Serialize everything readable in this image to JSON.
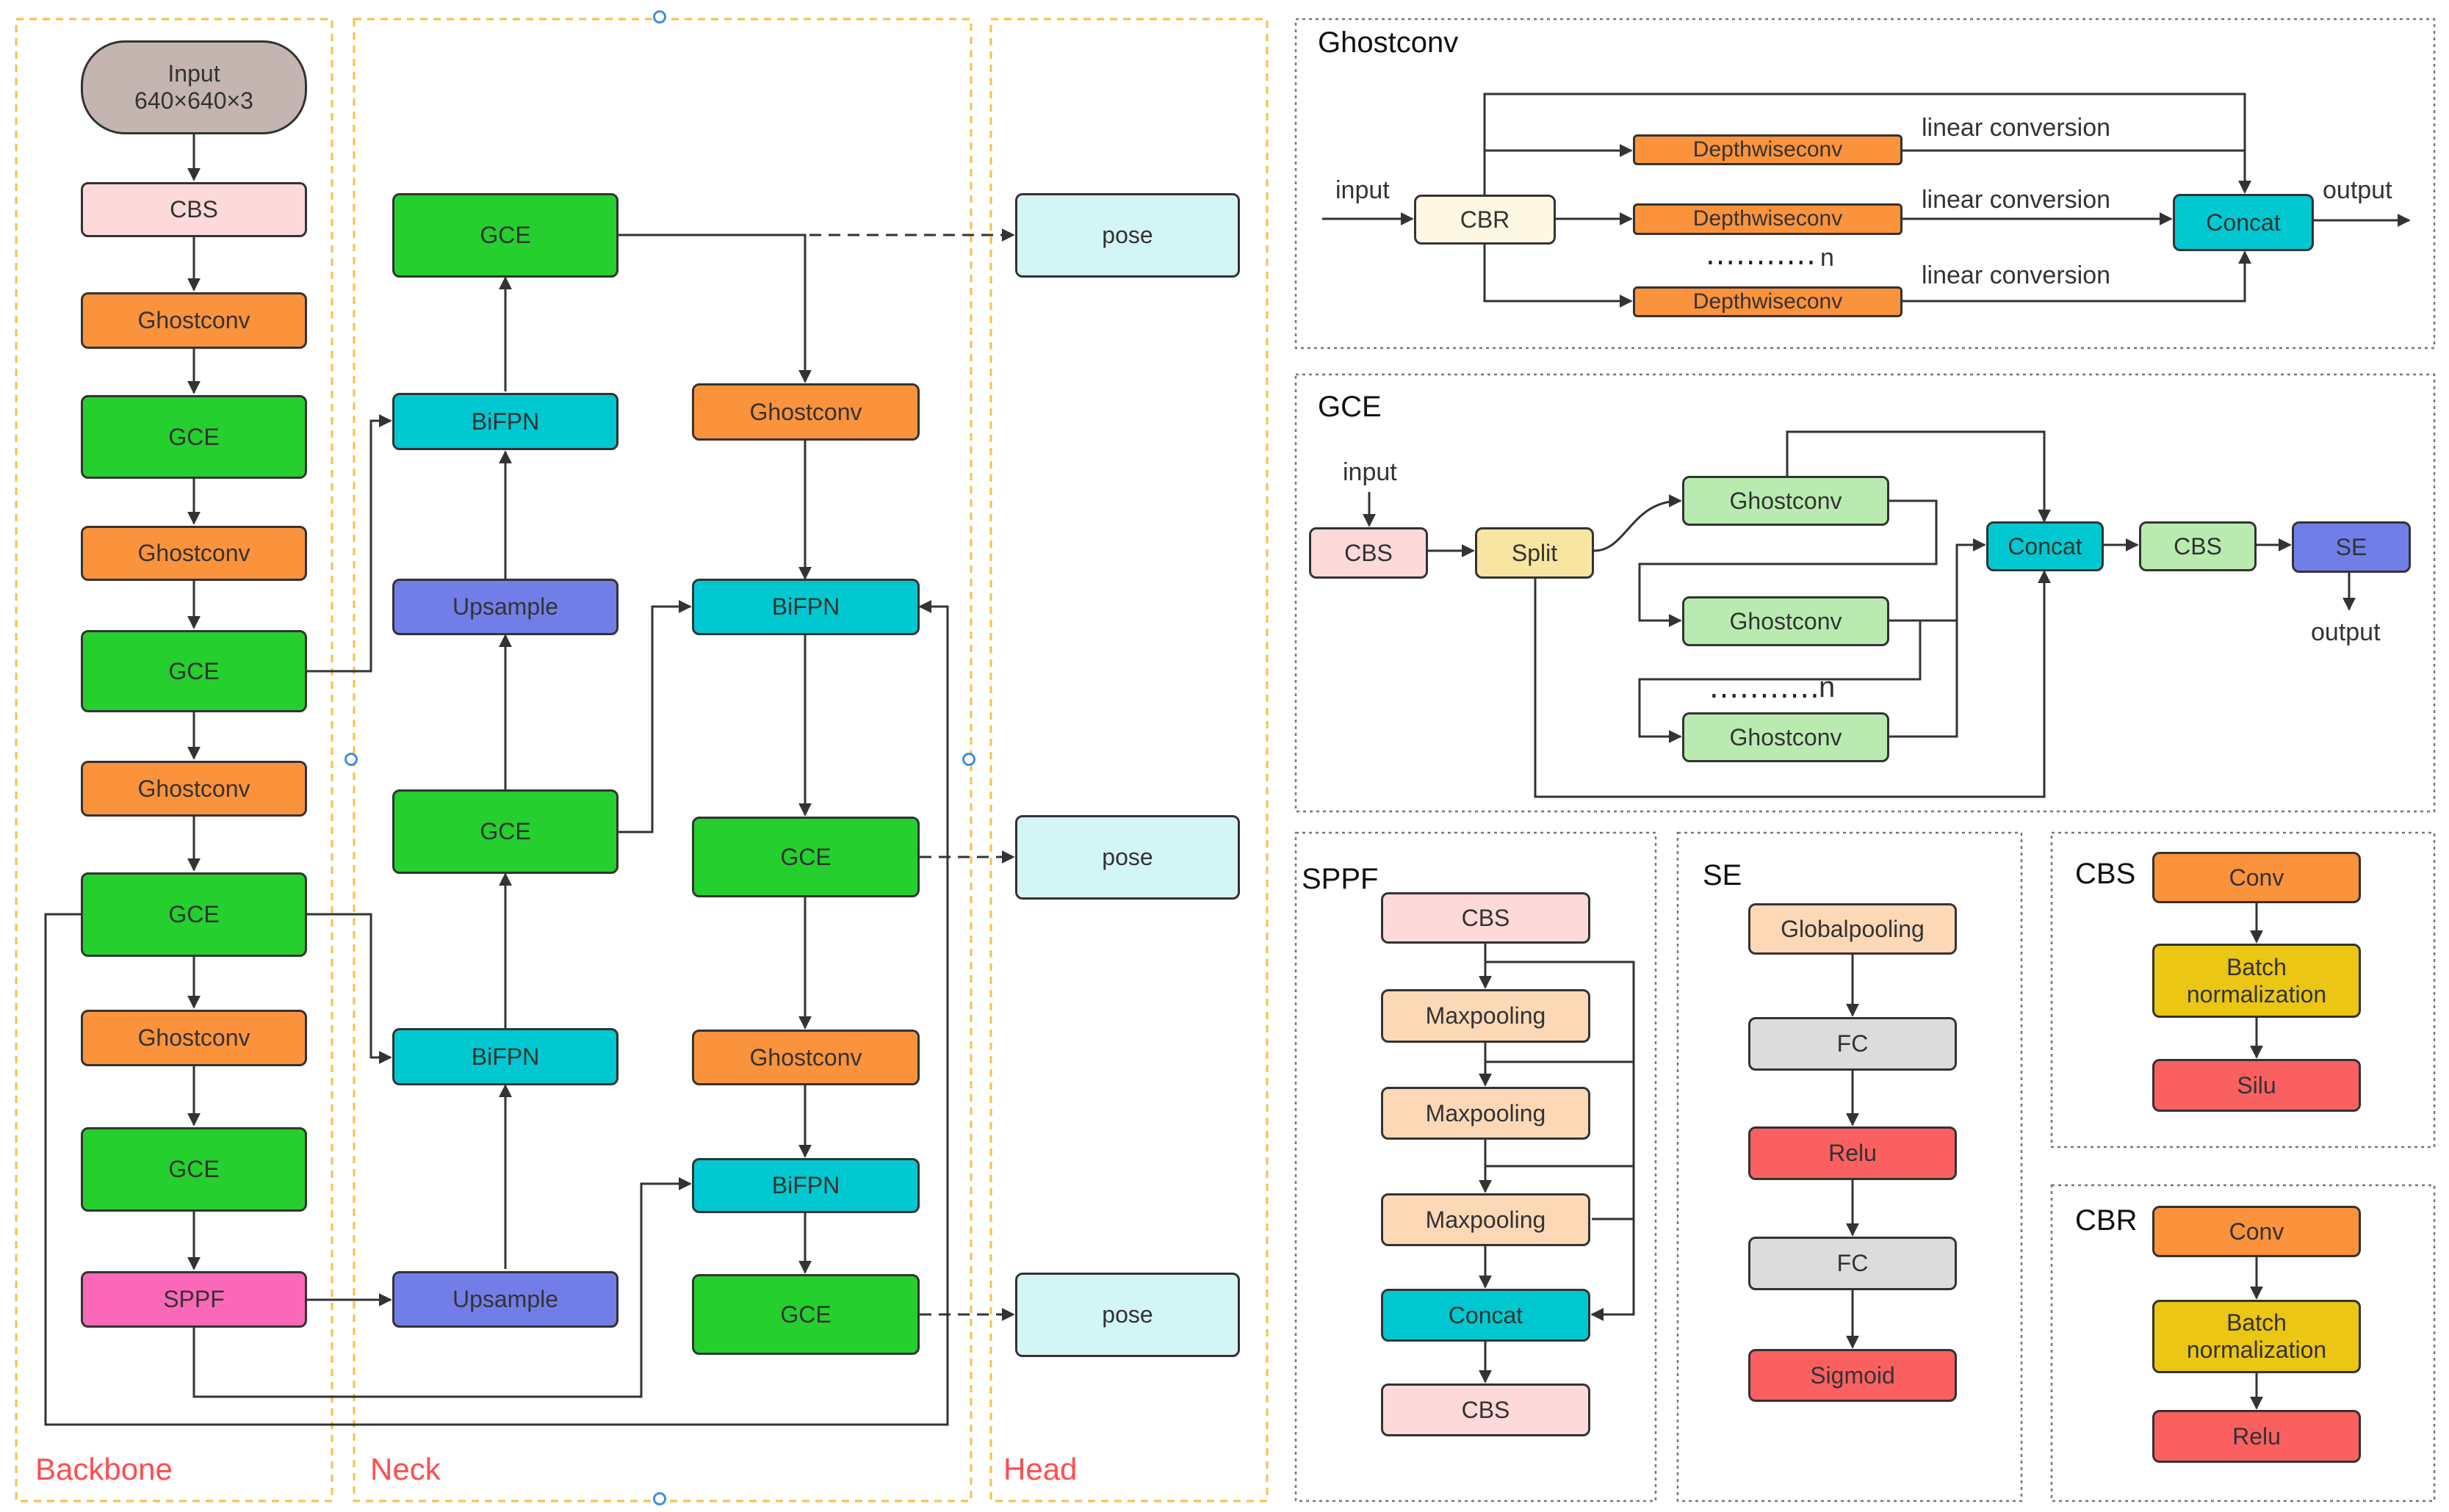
{
  "sections": {
    "backbone": "Backbone",
    "neck": "Neck",
    "head": "Head"
  },
  "backbone": {
    "input_line1": "Input",
    "input_line2": "640×640×3",
    "cbs": "CBS",
    "ghost1": "Ghostconv",
    "gce1": "GCE",
    "ghost2": "Ghostconv",
    "gce2": "GCE",
    "ghost3": "Ghostconv",
    "gce3": "GCE",
    "ghost4": "Ghostconv",
    "gce4": "GCE",
    "sppf": "SPPF"
  },
  "neck": {
    "gce_top": "GCE",
    "bifpn1": "BiFPN",
    "upsample1": "Upsample",
    "gce_mid": "GCE",
    "bifpn2": "BiFPN",
    "upsample2": "Upsample",
    "ghost_a": "Ghostconv",
    "bifpn_a": "BiFPN",
    "gce_a": "GCE",
    "ghost_b": "Ghostconv",
    "bifpn_b": "BiFPN",
    "gce_b": "GCE"
  },
  "head": {
    "pose1": "pose",
    "pose2": "pose",
    "pose3": "pose"
  },
  "ghostconv": {
    "title": "Ghostconv",
    "input": "input",
    "cbr": "CBR",
    "dw1": "Depthwiseconv",
    "dw2": "Depthwiseconv",
    "dw3": "Depthwiseconv",
    "dots": "...........",
    "n": "n",
    "lin1": "linear conversion",
    "lin2": "linear conversion",
    "lin3": "linear conversion",
    "concat": "Concat",
    "output": "output"
  },
  "gce": {
    "title": "GCE",
    "input": "input",
    "cbs": "CBS",
    "split": "Split",
    "ghost1": "Ghostconv",
    "ghost2": "Ghostconv",
    "ghost3": "Ghostconv",
    "dots": "...........",
    "n": "n",
    "concat": "Concat",
    "cbs2": "CBS",
    "se": "SE",
    "output": "output"
  },
  "sppf": {
    "title": "SPPF",
    "cbs1": "CBS",
    "max1": "Maxpooling",
    "max2": "Maxpooling",
    "max3": "Maxpooling",
    "concat": "Concat",
    "cbs2": "CBS"
  },
  "se": {
    "title": "SE",
    "pool": "Globalpooling",
    "fc1": "FC",
    "relu": "Relu",
    "fc2": "FC",
    "sigmoid": "Sigmoid"
  },
  "cbs": {
    "title": "CBS",
    "conv": "Conv",
    "bn_line1": "Batch",
    "bn_line2": "normalization",
    "act": "Silu"
  },
  "cbr": {
    "title": "CBR",
    "conv": "Conv",
    "bn_line1": "Batch",
    "bn_line2": "normalization",
    "act": "Relu"
  },
  "colors": {
    "gce": "#25cf2d",
    "ghostconv": "#fb923c",
    "bifpn": "#00c8d0",
    "upsample": "#727ee8",
    "cbs": "#fdd9d9",
    "pose": "#d3f5f5",
    "sppf": "#fb68b7",
    "section_label": "#ff4d4d",
    "frame_yellow": "#f5c242"
  }
}
